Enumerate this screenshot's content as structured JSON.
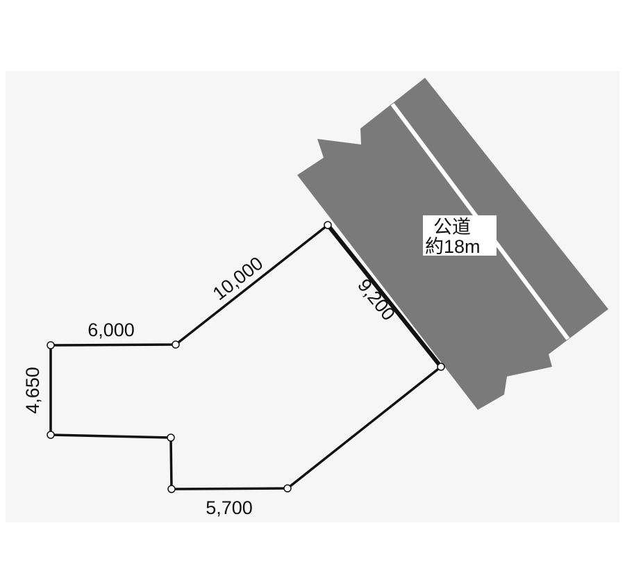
{
  "colors": {
    "background": "#ffffff",
    "canvas": "#f6f6f6",
    "road": "#7a7a7a",
    "road_line": "#ffffff",
    "boundary": "#111111",
    "vertex_fill": "#ffffff"
  },
  "road": {
    "label_line1": "公道",
    "label_line2": "約18m"
  },
  "dimensions": {
    "top_left_edge": "6,000",
    "diagonal_edge": "10,000",
    "road_frontage": "9,200",
    "left_edge": "4,650",
    "bottom_edge": "5,700"
  }
}
